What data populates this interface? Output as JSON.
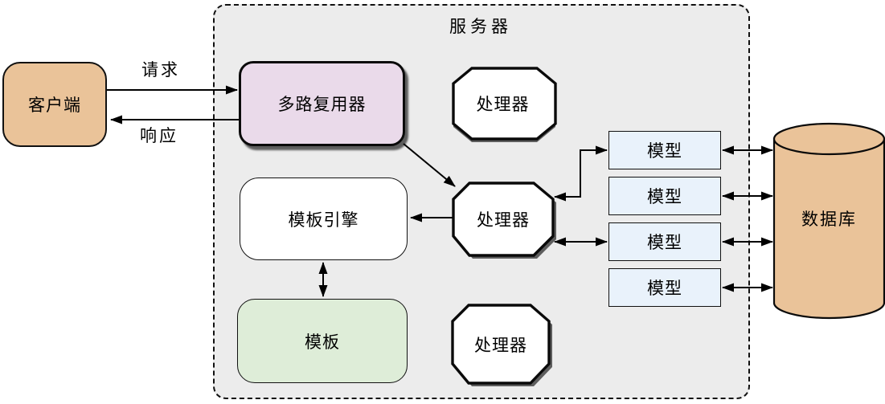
{
  "client": {
    "label": "客户端"
  },
  "edges": {
    "request_label": "请求",
    "response_label": "响应"
  },
  "server": {
    "title": "服务器",
    "multiplexer": {
      "label": "多路复用器"
    },
    "processors": [
      {
        "label": "处理器"
      },
      {
        "label": "处理器"
      },
      {
        "label": "处理器"
      }
    ],
    "template_engine": {
      "label": "模板引擎"
    },
    "template": {
      "label": "模板"
    },
    "models": [
      {
        "label": "模型"
      },
      {
        "label": "模型"
      },
      {
        "label": "模型"
      },
      {
        "label": "模型"
      }
    ]
  },
  "database": {
    "label": "数据库"
  },
  "colors": {
    "client_fill": "#EAC399",
    "multiplexer_fill": "#EADAEA",
    "processor_fill": "#FFFFFF",
    "template_engine_fill": "#FFFFFF",
    "template_fill": "#DEEDD8",
    "model_fill": "#E9F2FB",
    "database_fill": "#EAC399",
    "server_background": "#ECECEC",
    "shadow": "#454545",
    "line": "#000000"
  }
}
